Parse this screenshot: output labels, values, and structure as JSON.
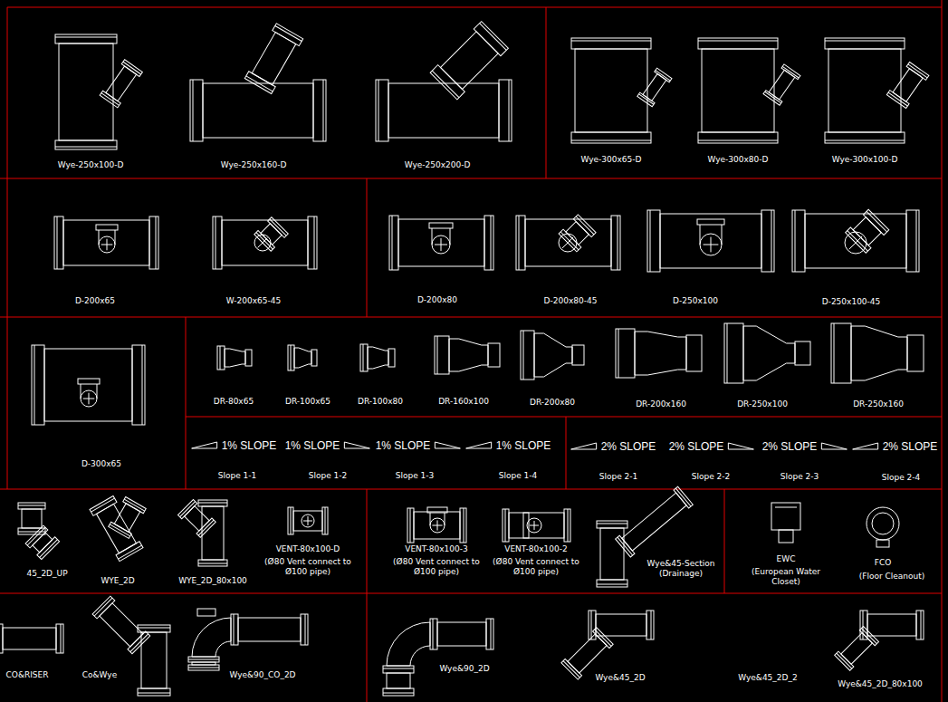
{
  "diagram": {
    "labels": [
      "Wye-250x100-D",
      "Wye-250x160-D",
      "Wye-250x200-D",
      "Wye-300x65-D",
      "Wye-300x80-D",
      "Wye-300x100-D",
      "D-200x65",
      "W-200x65-45",
      "D-200x80",
      "D-200x80-45",
      "D-250x100",
      "D-250x100-45",
      "D-300x65",
      "DR-80x65",
      "DR-100x65",
      "DR-100x80",
      "DR-160x100",
      "DR-200x80",
      "DR-200x160",
      "DR-250x100",
      "DR-250x160",
      "1% SLOPE",
      "1% SLOPE",
      "1% SLOPE",
      "1% SLOPE",
      "Slope 1-1",
      "Slope 1-2",
      "Slope 1-3",
      "Slope 1-4",
      "2% SLOPE",
      "2% SLOPE",
      "2% SLOPE",
      "2% SLOPE",
      "Slope 2-1",
      "Slope 2-2",
      "Slope 2-3",
      "Slope 2-4",
      "45_2D_UP",
      "WYE_2D",
      "WYE_2D_80x100",
      "VENT-80x100-D",
      "(Ø80 Vent connect to Ø100 pipe)",
      "VENT-80x100-3",
      "(Ø80 Vent connect to Ø100 pipe)",
      "VENT-80x100-2",
      "(Ø80 Vent connect to Ø100 pipe)",
      "Wye&45-Section (Drainage)",
      "EWC",
      "(European Water Closet)",
      "FCO",
      "(Floor Cleanout)",
      "CO&RISER",
      "Co&Wye",
      "Wye&90_CO_2D",
      "Wye&90_2D",
      "Wye&45_2D",
      "Wye&45_2D_2",
      "Wye&45_2D_80x100"
    ]
  }
}
